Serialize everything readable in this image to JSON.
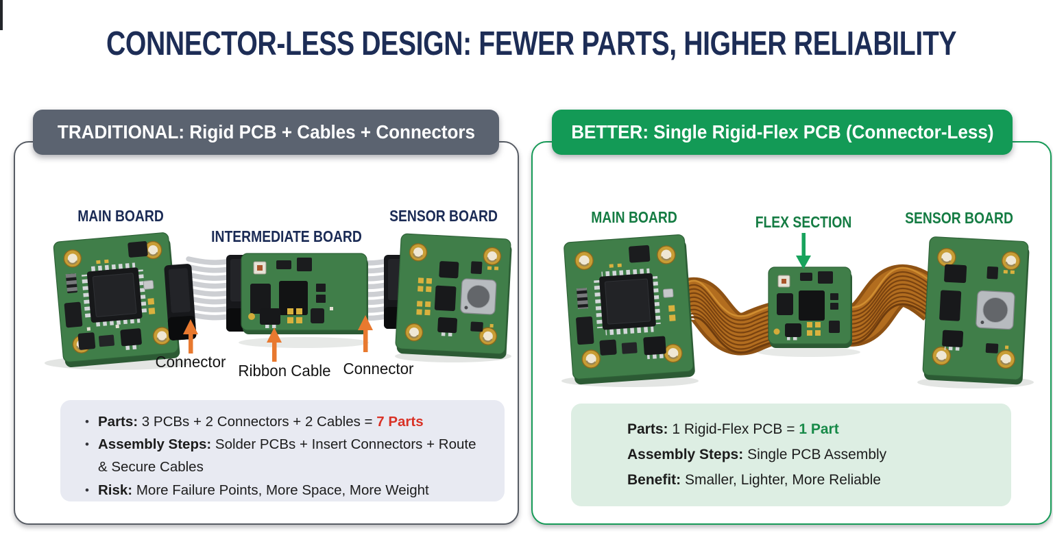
{
  "title": "CONNECTOR-LESS DESIGN: FEWER PARTS, HIGHER RELIABILITY",
  "colors": {
    "title_navy": "#1d2d56",
    "traditional_badge_gray": "#5b6370",
    "better_badge_green": "#139a56",
    "board_label_navy": "#1b2b55",
    "board_label_green": "#157c43",
    "highlight_red": "#d93226",
    "highlight_green": "#178a48",
    "callout_arrow_orange": "#e8792f",
    "flex_arrow_green": "#18a35c",
    "pcb_green": "#3f7c48",
    "flex_copper": "#b26d1f",
    "ribbon_gray": "#c7c9cd",
    "info_left_bg": "#e8eaf2",
    "info_right_bg": "#ddeee3"
  },
  "left_panel": {
    "header": "TRADITIONAL: Rigid PCB + Cables + Connectors",
    "labels": {
      "main": "MAIN BOARD",
      "middle": "INTERMEDIATE BOARD",
      "sensor": "SENSOR BOARD"
    },
    "callouts": {
      "left": "Connector",
      "middle": "Ribbon Cable",
      "right": "Connector"
    },
    "info": {
      "bullet": "•",
      "parts_label": "Parts:",
      "parts_text": " 3 PCBs + 2 Connectors + 2 Cables = ",
      "parts_highlight": "7 Parts",
      "assembly_label": "Assembly Steps:",
      "assembly_text": " Solder PCBs + Insert Connectors + Route & Secure Cables",
      "risk_label": "Risk:",
      "risk_text": " More Failure Points, More Space, More Weight"
    }
  },
  "right_panel": {
    "header": "BETTER: Single Rigid-Flex PCB (Connector-Less)",
    "labels": {
      "main": "MAIN BOARD",
      "middle": "FLEX SECTION",
      "sensor": "SENSOR BOARD"
    },
    "info": {
      "parts_label": "Parts:",
      "parts_text": " 1 Rigid-Flex PCB = ",
      "parts_highlight": "1 Part",
      "assembly_label": "Assembly Steps:",
      "assembly_text": " Single PCB Assembly",
      "benefit_label": "Benefit:",
      "benefit_text": " Smaller, Lighter, More Reliable"
    }
  }
}
